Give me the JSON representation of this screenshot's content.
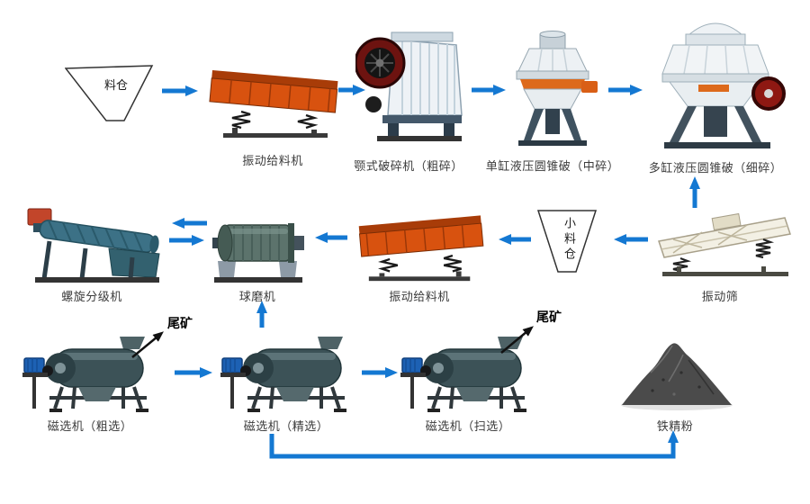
{
  "colors": {
    "arrow_blue": "#1478d2",
    "tailings_black": "#111111",
    "label_text": "#3c3c3c",
    "feeder_orange": "#d8520f",
    "background": "#ffffff"
  },
  "nodes": {
    "hopper": {
      "label": "料仓"
    },
    "feeder1": {
      "label": "振动给料机"
    },
    "jaw_crusher": {
      "label": "颚式破碎机（粗碎）"
    },
    "cone_single": {
      "label": "单缸液压圆锥破（中碎）"
    },
    "cone_multi": {
      "label": "多缸液压圆锥破（细碎）"
    },
    "vibrating_screen": {
      "label": "振动筛"
    },
    "small_hopper": {
      "label": "小料仓"
    },
    "feeder2": {
      "label": "振动给料机"
    },
    "ball_mill": {
      "label": "球磨机"
    },
    "spiral_classifier": {
      "label": "螺旋分级机"
    },
    "mag_rougher": {
      "label": "磁选机（粗选）"
    },
    "mag_cleaner": {
      "label": "磁选机（精选）"
    },
    "mag_scavenger": {
      "label": "磁选机（扫选）"
    },
    "tailings_1": {
      "label": "尾矿"
    },
    "tailings_2": {
      "label": "尾矿"
    },
    "iron_concentrate": {
      "label": "铁精粉"
    }
  },
  "connections": [
    {
      "from": "hopper",
      "to": "feeder1"
    },
    {
      "from": "feeder1",
      "to": "jaw_crusher"
    },
    {
      "from": "jaw_crusher",
      "to": "cone_single"
    },
    {
      "from": "cone_single",
      "to": "cone_multi"
    },
    {
      "from": "vibrating_screen",
      "to": "cone_multi"
    },
    {
      "from": "vibrating_screen",
      "to": "small_hopper"
    },
    {
      "from": "small_hopper",
      "to": "feeder2"
    },
    {
      "from": "feeder2",
      "to": "ball_mill"
    },
    {
      "from": "ball_mill",
      "to": "spiral_classifier"
    },
    {
      "from": "spiral_classifier",
      "to": "ball_mill"
    },
    {
      "from": "mag_cleaner",
      "to": "ball_mill"
    },
    {
      "from": "mag_rougher",
      "to": "mag_cleaner"
    },
    {
      "from": "mag_cleaner",
      "to": "mag_scavenger"
    },
    {
      "from": "mag_rougher",
      "to": "tailings_1"
    },
    {
      "from": "mag_scavenger",
      "to": "tailings_2"
    },
    {
      "from": "mag_cleaner",
      "to": "iron_concentrate"
    }
  ]
}
